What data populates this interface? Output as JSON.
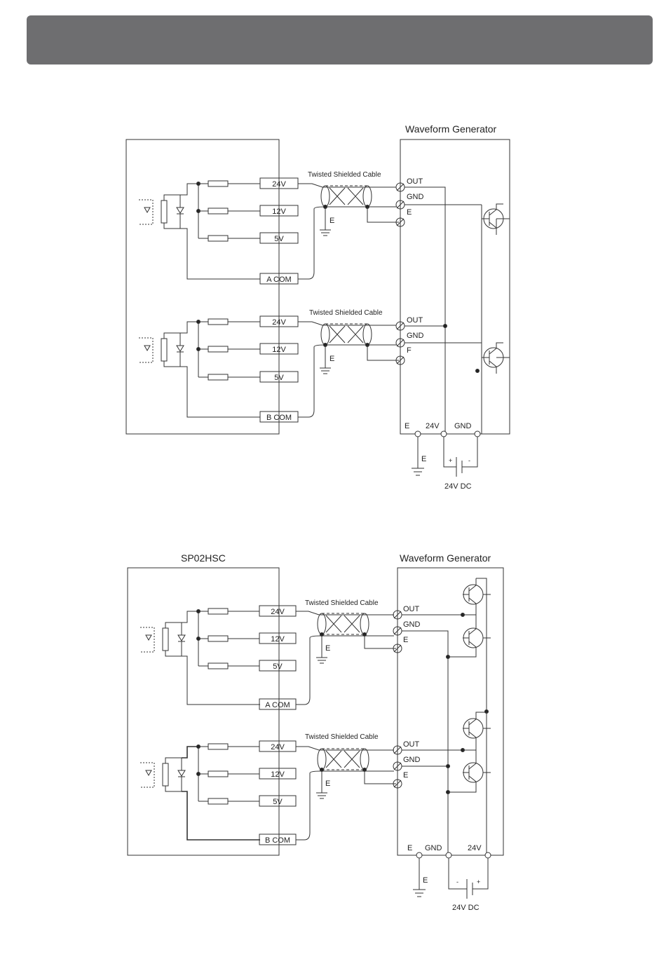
{
  "colors": {
    "header": "#6e6e70",
    "line": "#333333"
  },
  "diagram1": {
    "device_title": "Waveform Generator",
    "channels": [
      {
        "inputs": [
          "24V",
          "12V",
          "5V"
        ],
        "com": "A COM",
        "cable": "Twisted Shielded Cable",
        "shield_label": "E",
        "out": "OUT",
        "gnd": "GND",
        "e": "E"
      },
      {
        "inputs": [
          "24V",
          "12V",
          "5V"
        ],
        "com": "B COM",
        "cable": "Twisted Shielded Cable",
        "shield_label": "E",
        "out": "OUT",
        "gnd": "GND",
        "e": "F"
      }
    ],
    "bottom_terminals": [
      "E",
      "24V",
      "GND"
    ],
    "ground_label": "E",
    "supply": {
      "plus": "+",
      "minus": "-",
      "label": "24V DC"
    }
  },
  "diagram2": {
    "left_title": "SP02HSC",
    "device_title": "Waveform Generator",
    "channels": [
      {
        "inputs": [
          "24V",
          "12V",
          "5V"
        ],
        "com": "A COM",
        "cable": "Twisted Shielded Cable",
        "shield_label": "E",
        "out": "OUT",
        "gnd": "GND",
        "e": "E"
      },
      {
        "inputs": [
          "24V",
          "12V",
          "5V"
        ],
        "com": "B COM",
        "cable": "Twisted Shielded Cable",
        "shield_label": "E",
        "out": "OUT",
        "gnd": "GND",
        "e": "E"
      }
    ],
    "bottom_terminals": [
      "E",
      "GND",
      "24V"
    ],
    "ground_label": "E",
    "supply": {
      "minus": "-",
      "plus": "+",
      "label": "24V DC"
    }
  }
}
